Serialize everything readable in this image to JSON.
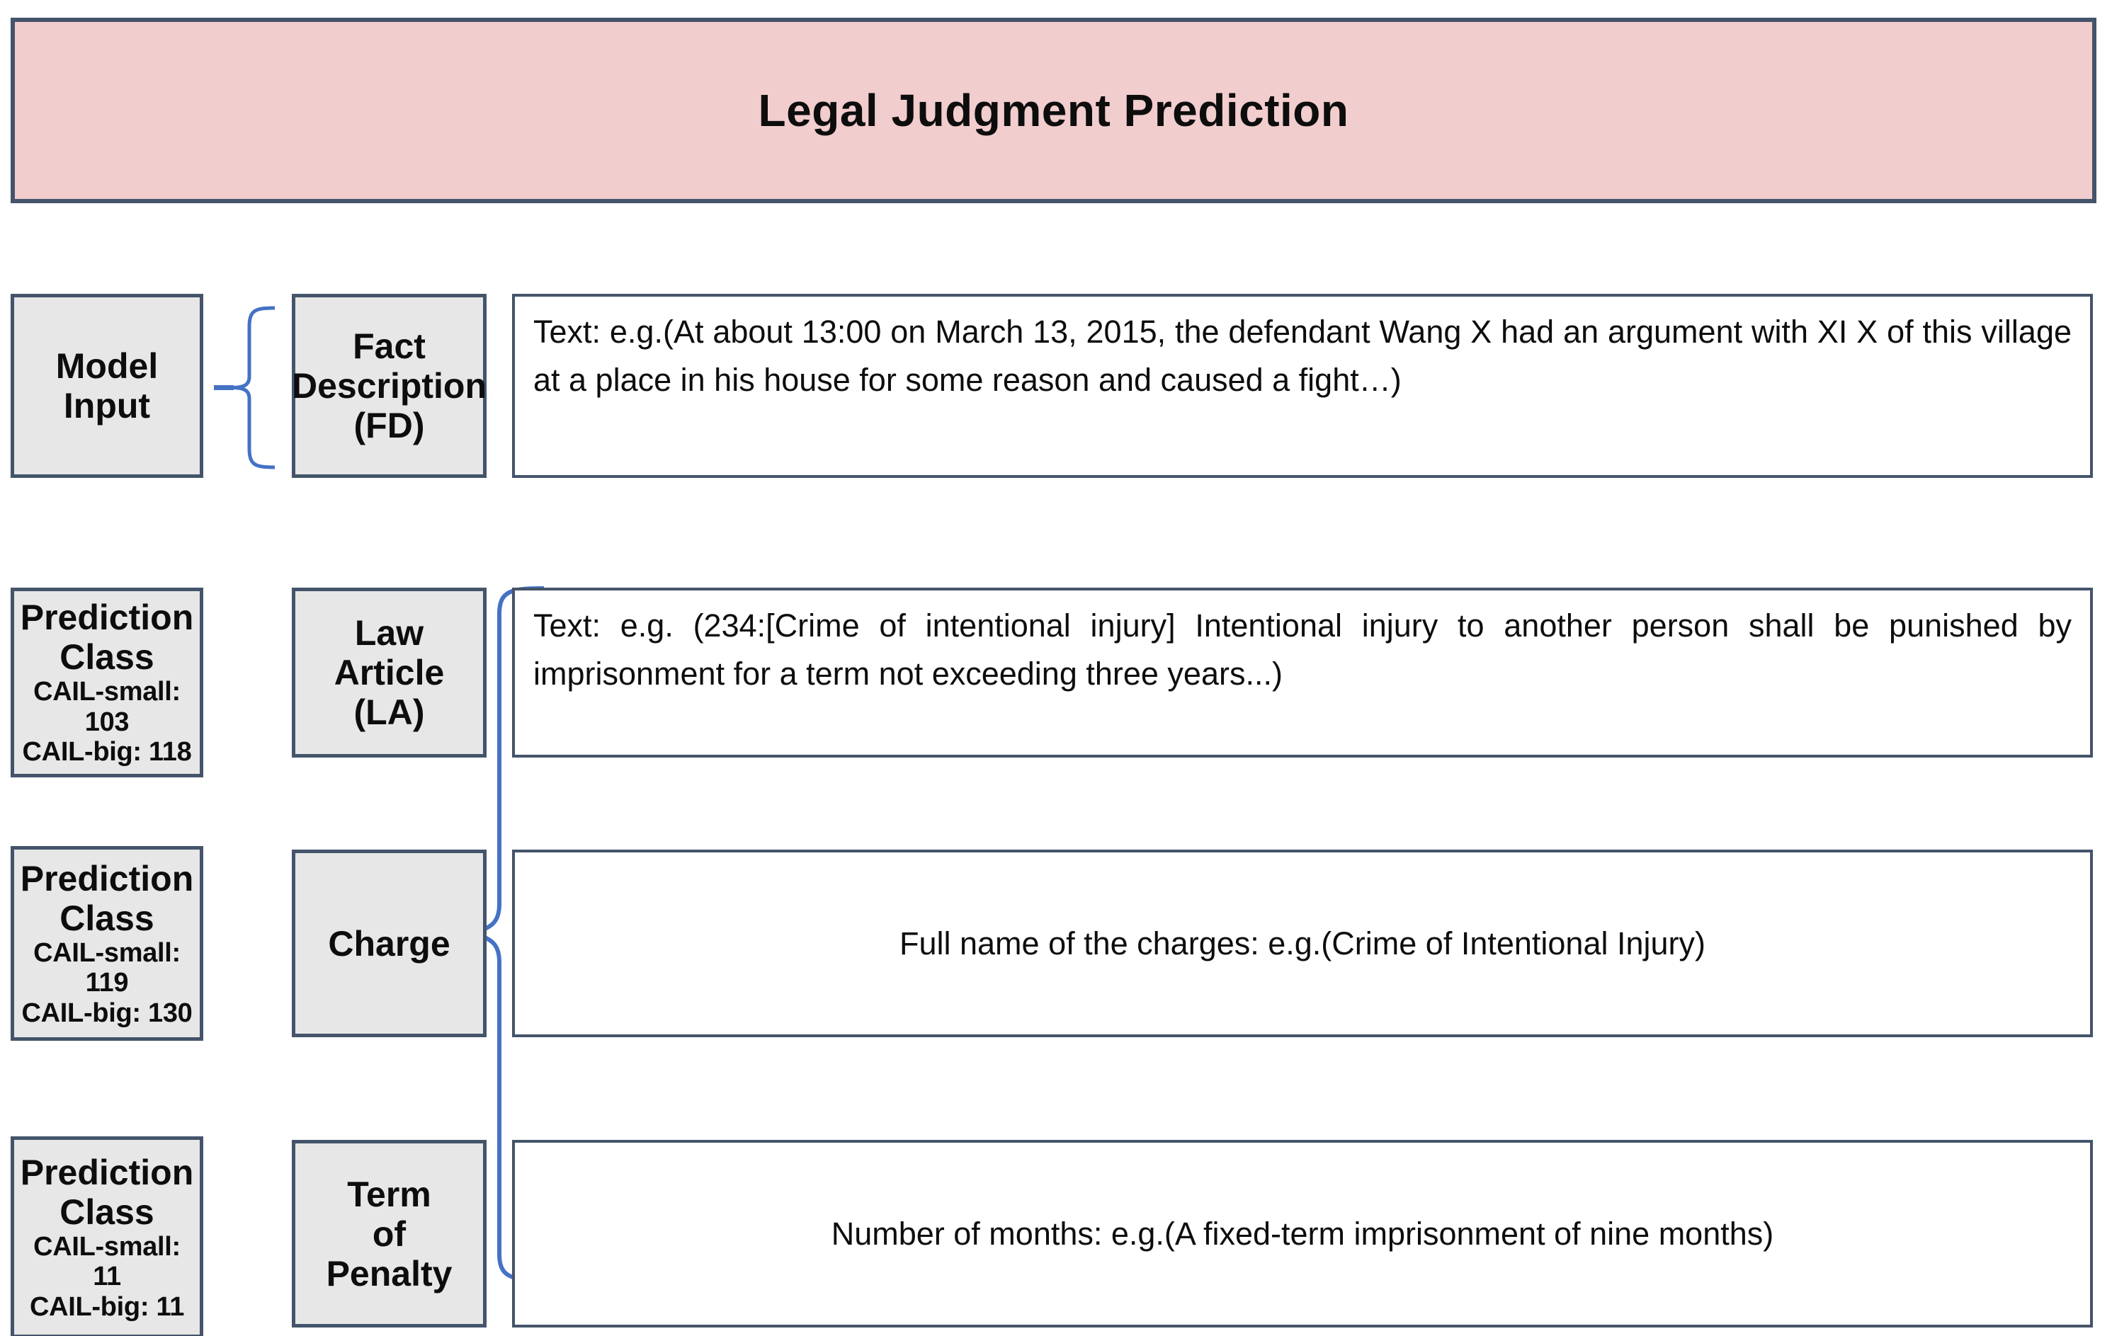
{
  "banner": {
    "title": "Legal Judgment Prediction",
    "fill_color": "#F2CDCD",
    "border_color": "#44546A"
  },
  "theme": {
    "box_fill": "#E7E7E7",
    "box_border": "#44546A",
    "brace_color": "#4472C4",
    "text_color": "#0D0D0D",
    "page_background": "#FFFFFF"
  },
  "rows": [
    {
      "id": "fact-description",
      "left_box": {
        "title_lines": [
          "Model",
          "Input"
        ],
        "stats": []
      },
      "mid_box": {
        "title_lines": [
          "Fact",
          "Description",
          "(FD)"
        ]
      },
      "right_box": {
        "align": "justify",
        "text": "Text: e.g.(At about 13:00 on March 13, 2015, the defendant Wang X had an argument with XI X of this village at a place in his house for some reason and caused a fight…)"
      }
    },
    {
      "id": "law-article",
      "left_box": {
        "title_lines": [
          "Prediction",
          "Class"
        ],
        "stats": [
          "CAIL-small: 103",
          "CAIL-big: 118"
        ]
      },
      "mid_box": {
        "title_lines": [
          "Law",
          "Article",
          "(LA)"
        ]
      },
      "right_box": {
        "align": "justify",
        "text": "Text: e.g. (234:[Crime of intentional injury] Intentional injury to another person shall be punished by imprisonment for a term not exceeding three years...)"
      }
    },
    {
      "id": "charge",
      "left_box": {
        "title_lines": [
          "Prediction",
          "Class"
        ],
        "stats": [
          "CAIL-small: 119",
          "CAIL-big: 130"
        ]
      },
      "mid_box": {
        "title_lines": [
          "Charge"
        ]
      },
      "right_box": {
        "align": "center",
        "text": "Full name of the charges: e.g.(Crime of Intentional Injury)"
      }
    },
    {
      "id": "term-of-penalty",
      "left_box": {
        "title_lines": [
          "Prediction",
          "Class"
        ],
        "stats": [
          "CAIL-small: 11",
          "CAIL-big: 11"
        ]
      },
      "mid_box": {
        "title_lines": [
          "Term",
          "of",
          "Penalty"
        ]
      },
      "right_box": {
        "align": "center",
        "text": "Number of months: e.g.(A fixed-term imprisonment of nine months)"
      }
    }
  ]
}
